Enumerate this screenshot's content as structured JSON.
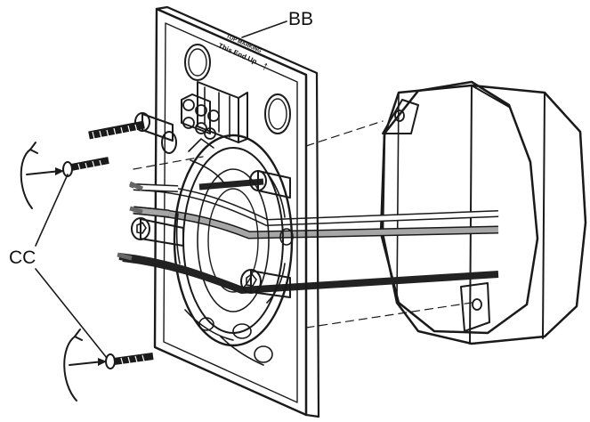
{
  "labels": {
    "plate": "BB",
    "screws": "CC"
  },
  "plate_marking": {
    "line1": "TOP MARKING",
    "line2": "This End Up",
    "arrow": "↑"
  },
  "colors": {
    "line": "#1a1a1a",
    "black_wire": "#222222",
    "gray_wire": "#a6a6a6",
    "white_wire": "#ffffff",
    "background": "#ffffff"
  }
}
